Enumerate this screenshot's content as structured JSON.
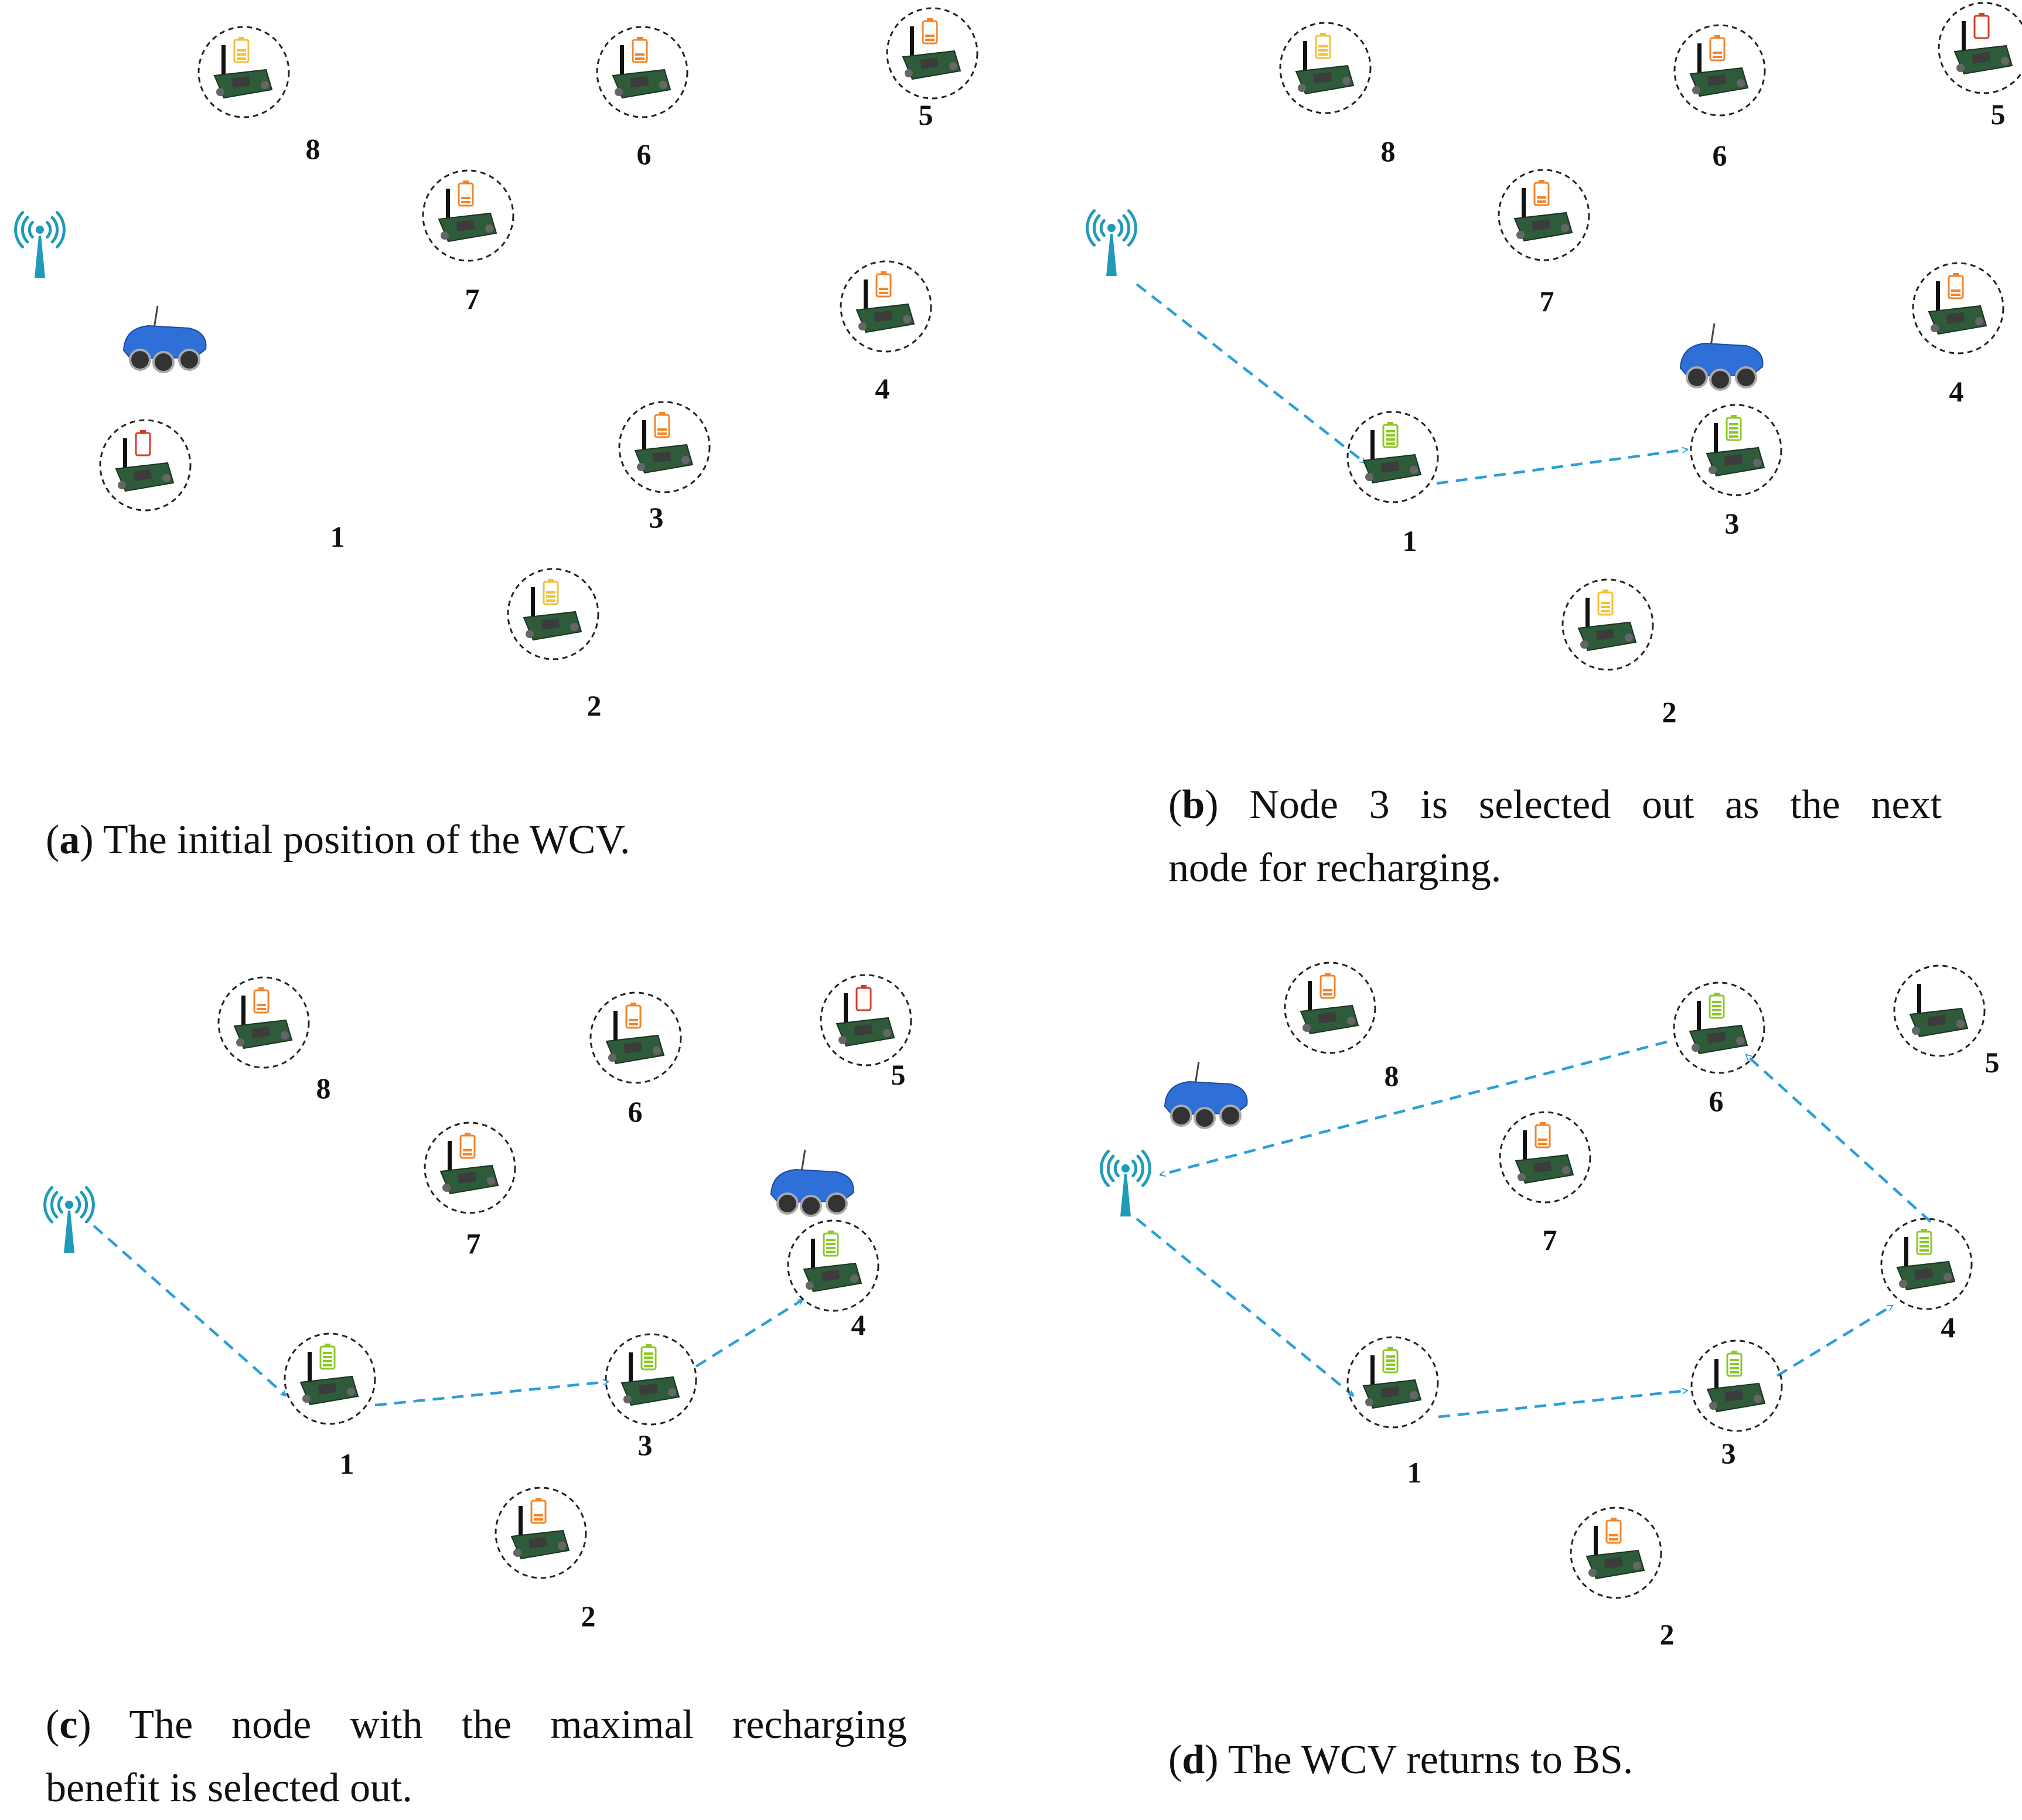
{
  "colors": {
    "arrow": "#2a9fd8",
    "tower": "#1f9bb8",
    "vehicle": "#2f6fd8",
    "battery_green": "#8ac926",
    "battery_orange": "#f3842a",
    "battery_yellow": "#f1c232",
    "battery_red": "#d63a2a",
    "board": "#2e5b3a"
  },
  "panels": [
    {
      "id": "a",
      "caption": {
        "letter": "a",
        "lines": [
          ") The initial position of the WCV."
        ]
      },
      "nodes": [
        {
          "label": "1",
          "battery": "red"
        },
        {
          "label": "2",
          "battery": "yellow"
        },
        {
          "label": "3",
          "battery": "orange"
        },
        {
          "label": "4",
          "battery": "orange"
        },
        {
          "label": "5",
          "battery": "orange"
        },
        {
          "label": "6",
          "battery": "orange"
        },
        {
          "label": "7",
          "battery": "orange"
        },
        {
          "label": "8",
          "battery": "yellow"
        }
      ]
    },
    {
      "id": "b",
      "caption": {
        "letter": "b",
        "lines": [
          ") Node 3 is selected out as the next",
          "node for recharging."
        ]
      },
      "nodes": [
        {
          "label": "1",
          "battery": "green"
        },
        {
          "label": "2",
          "battery": "yellow"
        },
        {
          "label": "3",
          "battery": "green"
        },
        {
          "label": "4",
          "battery": "orange"
        },
        {
          "label": "5",
          "battery": "red"
        },
        {
          "label": "6",
          "battery": "orange"
        },
        {
          "label": "7",
          "battery": "orange"
        },
        {
          "label": "8",
          "battery": "yellow"
        }
      ]
    },
    {
      "id": "c",
      "caption": {
        "letter": "c",
        "lines": [
          ") The node with the maximal recharging",
          "benefit is selected out."
        ]
      },
      "nodes": [
        {
          "label": "1",
          "battery": "green"
        },
        {
          "label": "2",
          "battery": "orange"
        },
        {
          "label": "3",
          "battery": "green"
        },
        {
          "label": "4",
          "battery": "green"
        },
        {
          "label": "5",
          "battery": "red"
        },
        {
          "label": "6",
          "battery": "orange"
        },
        {
          "label": "7",
          "battery": "orange"
        },
        {
          "label": "8",
          "battery": "orange"
        }
      ]
    },
    {
      "id": "d",
      "caption": {
        "letter": "d",
        "lines": [
          ") The WCV returns to BS."
        ]
      },
      "nodes": [
        {
          "label": "1",
          "battery": "green"
        },
        {
          "label": "2",
          "battery": "orange"
        },
        {
          "label": "3",
          "battery": "green"
        },
        {
          "label": "4",
          "battery": "green"
        },
        {
          "label": "5",
          "battery": "none"
        },
        {
          "label": "6",
          "battery": "green"
        },
        {
          "label": "7",
          "battery": "orange"
        },
        {
          "label": "8",
          "battery": "orange"
        }
      ]
    }
  ]
}
